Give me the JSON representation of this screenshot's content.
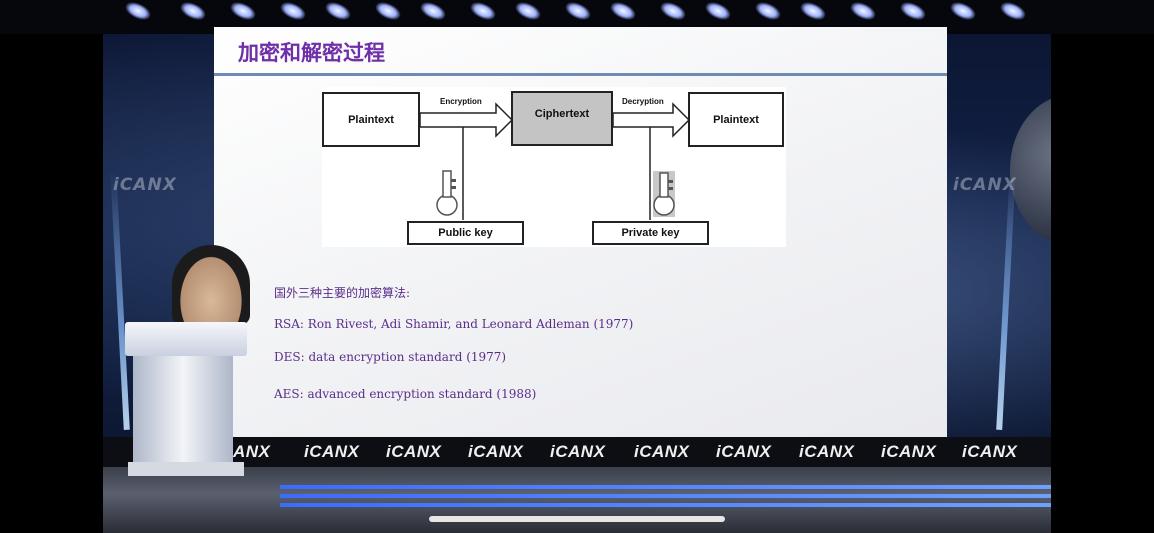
{
  "slide": {
    "title": "加密和解密过程",
    "diagram": {
      "left_box": "Plaintext",
      "middle_box": "Ciphertext",
      "right_box": "Plaintext",
      "encryption_label": "Encryption",
      "decryption_label": "Decryption",
      "public_key_label": "Public key",
      "private_key_label": "Private key"
    },
    "list": {
      "heading": "国外三种主要的加密算法:",
      "items": [
        "RSA: Ron Rivest, Adi Shamir, and Leonard Adleman (1977)",
        "DES: data encryption standard (1977)",
        "AES: advanced encryption standard (1988)"
      ]
    }
  },
  "stage": {
    "brand_text": "iCANX",
    "brand_partial": "ANX"
  },
  "colors": {
    "title": "#6f2fa8",
    "list_text": "#5b2d8a",
    "rule": "#6d8bb3"
  }
}
